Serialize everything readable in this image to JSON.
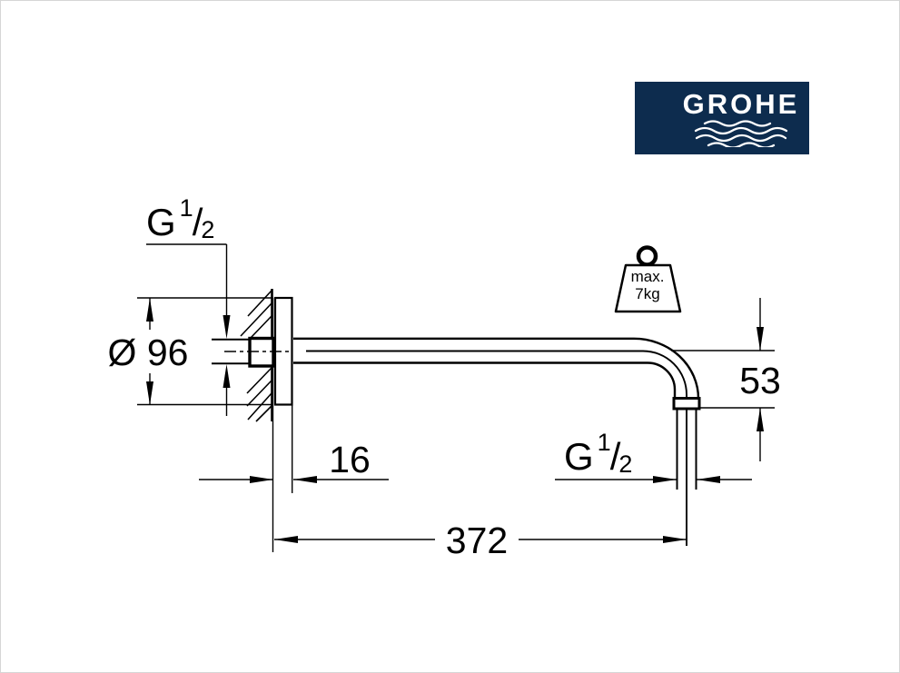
{
  "logo": {
    "brand": "GROHE"
  },
  "drawing": {
    "thread_label": {
      "g": "G",
      "numerator": "1",
      "slash": "/",
      "denominator": "2"
    },
    "dimensions": {
      "flange_diameter": "Ø 96",
      "flange_depth": "16",
      "arm_length": "372",
      "outlet_drop": "53"
    },
    "weight_limit": {
      "line1": "max.",
      "line2": "7kg"
    }
  },
  "colors": {
    "logo_background": "#0d2c4e",
    "logo_text": "#ffffff",
    "line_color": "#000000",
    "page_background": "#ffffff"
  }
}
